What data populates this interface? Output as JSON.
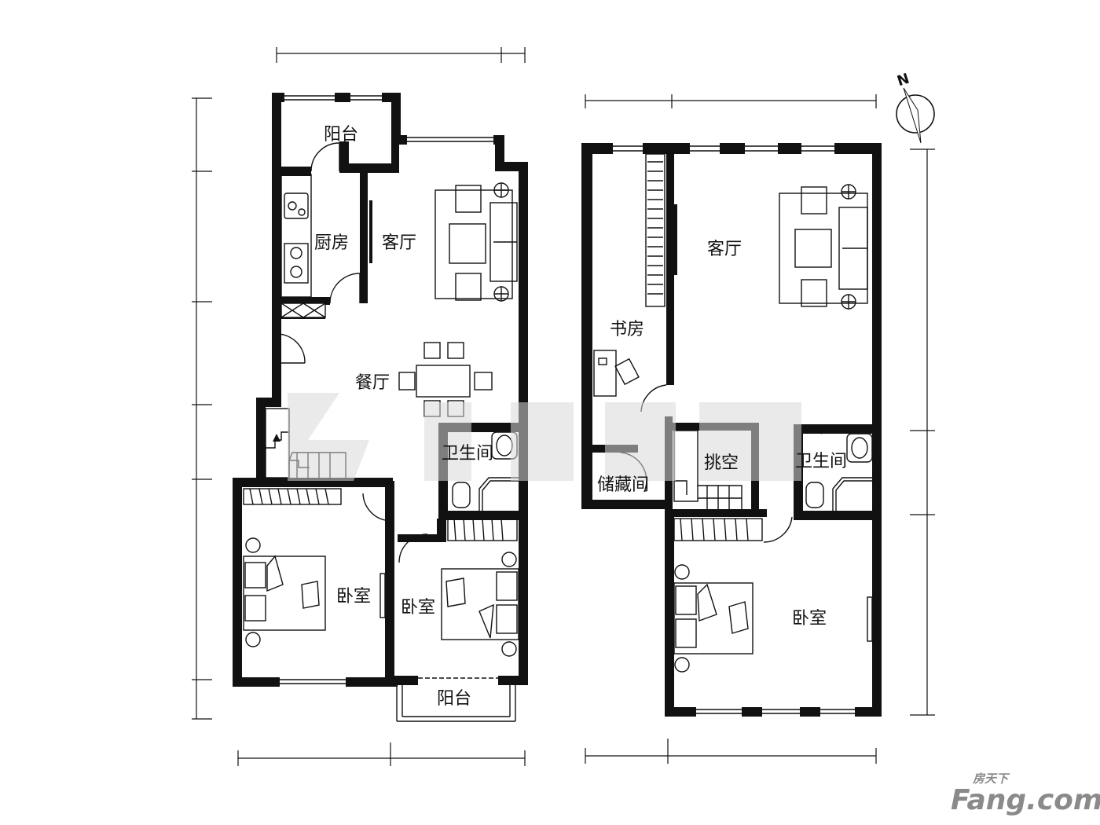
{
  "compass": {
    "letter": "N"
  },
  "left_unit": {
    "rooms": {
      "balcony_top": "阳台",
      "kitchen": "厨房",
      "living": "客厅",
      "dining": "餐厅",
      "bathroom": "卫生间",
      "bedroom_left": "卧室",
      "bedroom_right": "卧室",
      "balcony_bottom": "阳台"
    }
  },
  "right_unit": {
    "rooms": {
      "study": "书房",
      "living": "客厅",
      "storage": "储藏间",
      "void": "挑空",
      "bathroom": "卫生间",
      "bedroom": "卧室"
    }
  },
  "logo": {
    "chinese": "房天下",
    "brand": "Fang.com"
  }
}
